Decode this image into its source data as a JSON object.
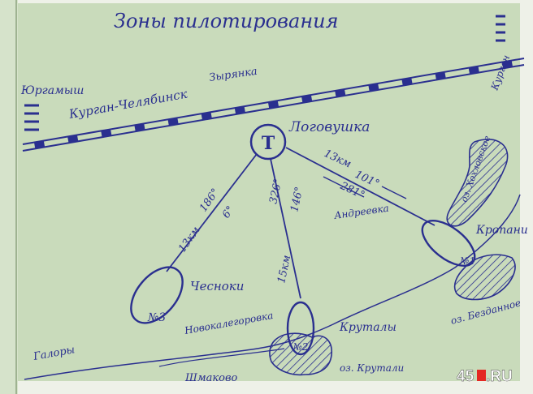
{
  "map": {
    "title": "Зоны пилотирования",
    "colors": {
      "paper": "#c9dbbb",
      "ink": "#2a2f8f",
      "edge": "#eef1e8"
    },
    "railway": {
      "name": "Курган-Челябинск",
      "stations": [
        "Юргамыш",
        "Зырянка",
        "Курган"
      ]
    },
    "airfield": {
      "symbol": "Т",
      "name": "Логовушка"
    },
    "zones": [
      {
        "number": "№3",
        "label": "Чесноки"
      },
      {
        "number": "№2",
        "label": "Круталы"
      },
      {
        "number": "№1",
        "label": "Кропани"
      }
    ],
    "routes": [
      {
        "distance": "13км",
        "course_out": "186°",
        "course_back": "6°"
      },
      {
        "distance": "15км",
        "course_out": "146°",
        "course_back": "326°"
      },
      {
        "distance": "13км",
        "course_out": "101°",
        "course_back": "281°"
      }
    ],
    "places": [
      "Новокалегоровка",
      "Андреевка",
      "Галоры",
      "Шмаково"
    ],
    "lakes": [
      "оз. Хохловское",
      "оз. Безданное",
      "оз. Крутали"
    ]
  },
  "watermark": {
    "number": "45",
    "domain": ".RU",
    "accent": "#e42822"
  }
}
